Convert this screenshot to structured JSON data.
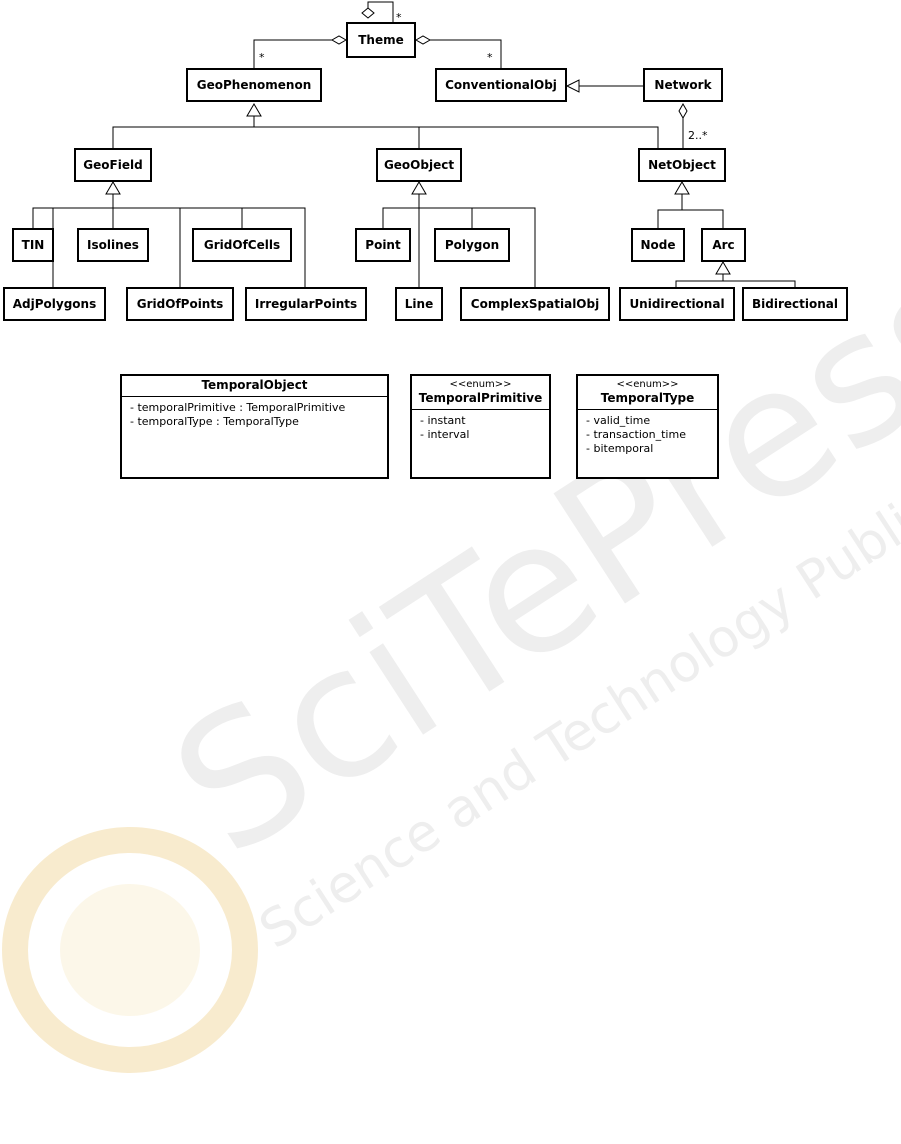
{
  "watermark": {
    "brand": "SciTePress",
    "tagline": "Science and Technology Publications"
  },
  "classes": {
    "theme": "Theme",
    "geophenomenon": "GeoPhenomenon",
    "conventionalobj": "ConventionalObj",
    "network": "Network",
    "geofield": "GeoField",
    "geoobject": "GeoObject",
    "netobject": "NetObject",
    "tin": "TIN",
    "isolines": "Isolines",
    "gridofcells": "GridOfCells",
    "adjpolygons": "AdjPolygons",
    "gridofpoints": "GridOfPoints",
    "irregularpoints": "IrregularPoints",
    "point": "Point",
    "polygon": "Polygon",
    "line": "Line",
    "complexspatialobj": "ComplexSpatialObj",
    "node": "Node",
    "arc": "Arc",
    "unidirectional": "Unidirectional",
    "bidirectional": "Bidirectional"
  },
  "multiplicities": {
    "theme_self": "*",
    "theme_geophenomenon": "*",
    "theme_conventionalobj": "*",
    "network_netobject": "2..*"
  },
  "temporal_object": {
    "name": "TemporalObject",
    "attributes": [
      "- temporalPrimitive : TemporalPrimitive",
      "- temporalType : TemporalType"
    ]
  },
  "temporal_primitive": {
    "stereotype": "<<enum>>",
    "name": "TemporalPrimitive",
    "values": [
      "- instant",
      "- interval"
    ]
  },
  "temporal_type": {
    "stereotype": "<<enum>>",
    "name": "TemporalType",
    "values": [
      "- valid_time",
      "- transaction_time",
      "- bitemporal"
    ]
  }
}
